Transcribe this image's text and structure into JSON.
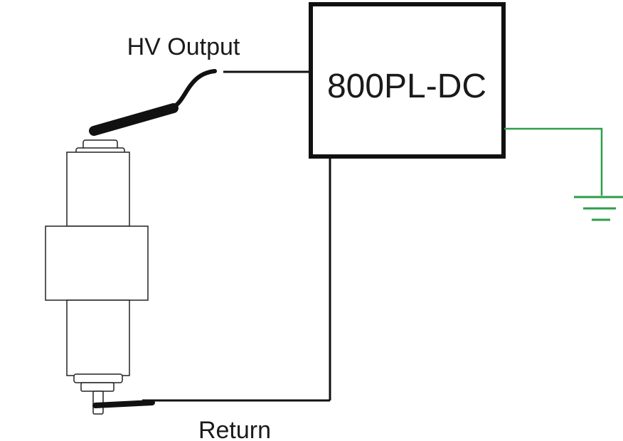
{
  "device": {
    "name": "800PL-DC"
  },
  "labels": {
    "hv_output": "HV Output",
    "return": "Return"
  },
  "colors": {
    "wire": "#111111",
    "ground": "#2e9e48",
    "outline": "#222222",
    "fill": "#ffffff"
  }
}
